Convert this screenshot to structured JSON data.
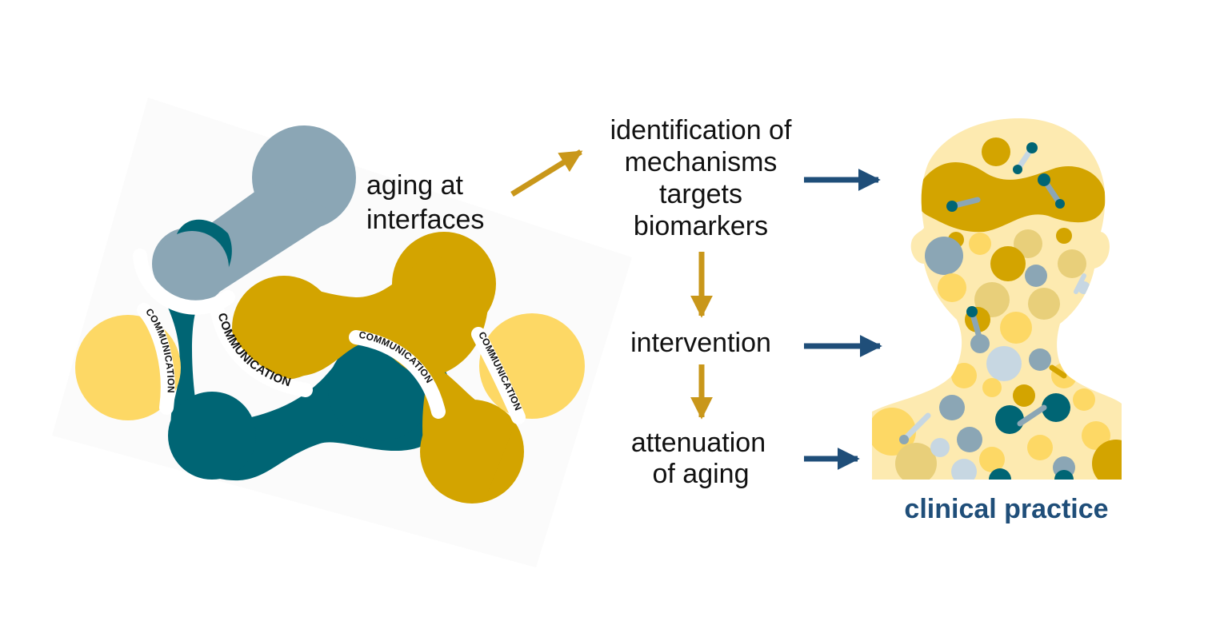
{
  "left_figure": {
    "label_line1": "aging at",
    "label_line2": "interfaces",
    "connector_word": "COMMUNICATION"
  },
  "flow": {
    "step1_line1": "identification of",
    "step1_line2": "mechanisms",
    "step1_line3": "targets",
    "step1_line4": "biomarkers",
    "step2": "intervention",
    "step3_line1": "attenuation",
    "step3_line2": "of aging"
  },
  "right_figure": {
    "caption": "clinical practice"
  },
  "colors": {
    "teal": "#006574",
    "gold": "#d3a400",
    "yellow": "#fdd865",
    "slate": "#8ba6b5",
    "light_blue": "#c7d7e2",
    "pale_yellow": "#fdeab0",
    "arrow_gold": "#c9971a",
    "arrow_navy": "#1f4e79",
    "caption_navy": "#1f4e79"
  }
}
